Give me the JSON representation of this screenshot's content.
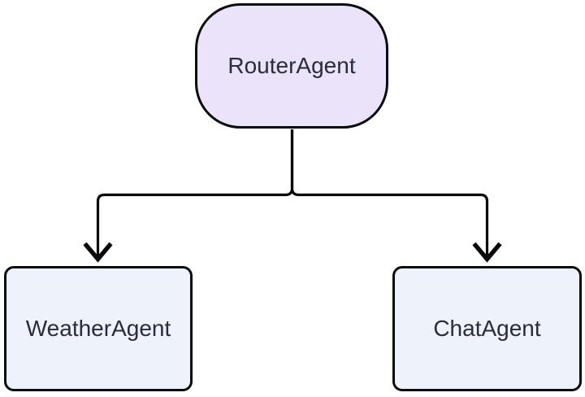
{
  "diagram": {
    "type": "flowchart",
    "direction": "top-down",
    "nodes": {
      "router": {
        "label": "RouterAgent",
        "shape": "stadium"
      },
      "weather": {
        "label": "WeatherAgent",
        "shape": "rounded-rectangle"
      },
      "chat": {
        "label": "ChatAgent",
        "shape": "rounded-rectangle"
      }
    },
    "edges": [
      {
        "from": "RouterAgent",
        "to": "WeatherAgent",
        "arrow": "down-chevron"
      },
      {
        "from": "RouterAgent",
        "to": "ChatAgent",
        "arrow": "down-chevron"
      }
    ],
    "colors": {
      "router_fill": "#ebe3fa",
      "agent_fill": "#edf2fb",
      "stroke": "#0a0a0a",
      "text": "#2b2b3a",
      "background": "#ffffff"
    }
  }
}
